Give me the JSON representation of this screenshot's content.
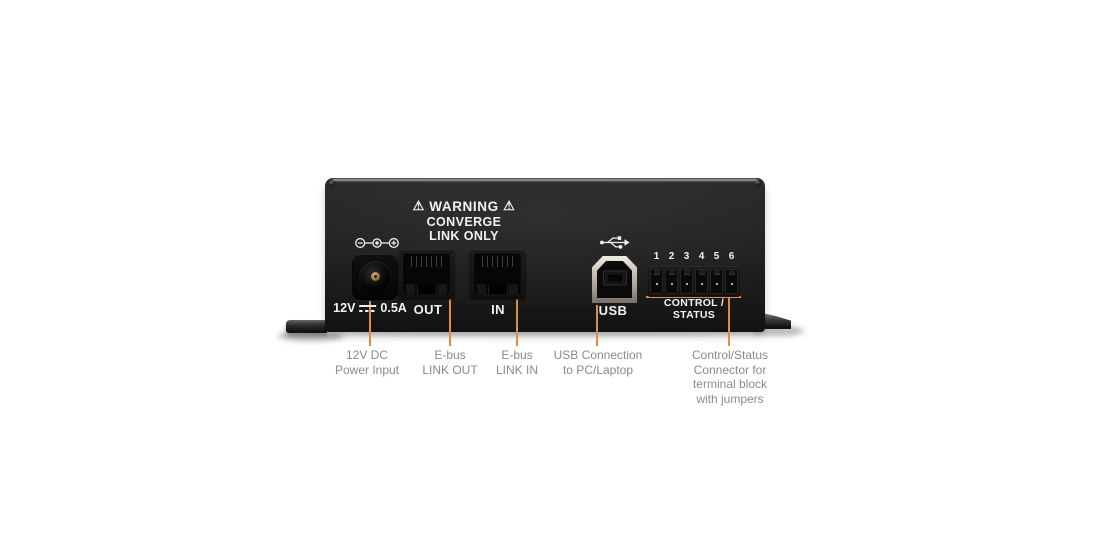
{
  "figure": {
    "panel": {
      "warning_icon": "⚠",
      "warning_title": "WARNING",
      "warning_line2": "CONVERGE",
      "warning_line3": "LINK ONLY",
      "power_rating_left": "12V",
      "power_rating_right": "0.5A",
      "ebus_out_label": "OUT",
      "ebus_in_label": "IN",
      "usb_label": "USB",
      "terminal_pin_numbers": [
        "1",
        "2",
        "3",
        "4",
        "5",
        "6"
      ],
      "terminal_label_line1": "CONTROL /",
      "terminal_label_line2": "STATUS"
    },
    "callouts": [
      {
        "id": "power",
        "lines": [
          "12V DC",
          "Power Input"
        ]
      },
      {
        "id": "ebus-out",
        "lines": [
          "E-bus",
          "LINK OUT"
        ]
      },
      {
        "id": "ebus-in",
        "lines": [
          "E-bus",
          "LINK IN"
        ]
      },
      {
        "id": "usb",
        "lines": [
          "USB Connection",
          "to PC/Laptop"
        ]
      },
      {
        "id": "control-status",
        "lines": [
          "Control/Status",
          "Connector for",
          "terminal block",
          "with jumpers"
        ]
      }
    ],
    "colors": {
      "callout_line": "#E08C45",
      "callout_text": "#8A8A8A",
      "panel_text": "#F2F2F2",
      "chassis": "#1E1E1E"
    }
  }
}
